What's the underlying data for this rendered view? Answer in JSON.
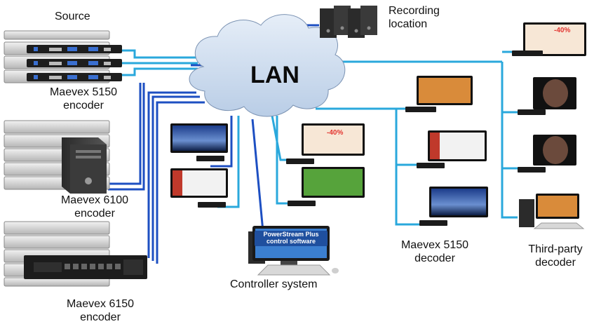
{
  "cloud": {
    "label": "LAN"
  },
  "labels": {
    "source": "Source",
    "recording": [
      "Recording",
      "location"
    ],
    "enc5150": [
      "Maevex 5150",
      "encoder"
    ],
    "enc6100": [
      "Maevex 6100",
      "encoder"
    ],
    "enc6150": [
      "Maevex 6150",
      "encoder"
    ],
    "controller": "Controller system",
    "dec5150": [
      "Maevex 5150",
      "decoder"
    ],
    "thirdparty": [
      "Third-party",
      "decoder"
    ]
  },
  "controller_screen": [
    "PowerStream Plus",
    "control software"
  ],
  "screen_promo": "-40%",
  "colors": {
    "link_dark": "#1d4fc2",
    "link_light": "#2aa8dc",
    "cloud": "#c9dcf1"
  }
}
